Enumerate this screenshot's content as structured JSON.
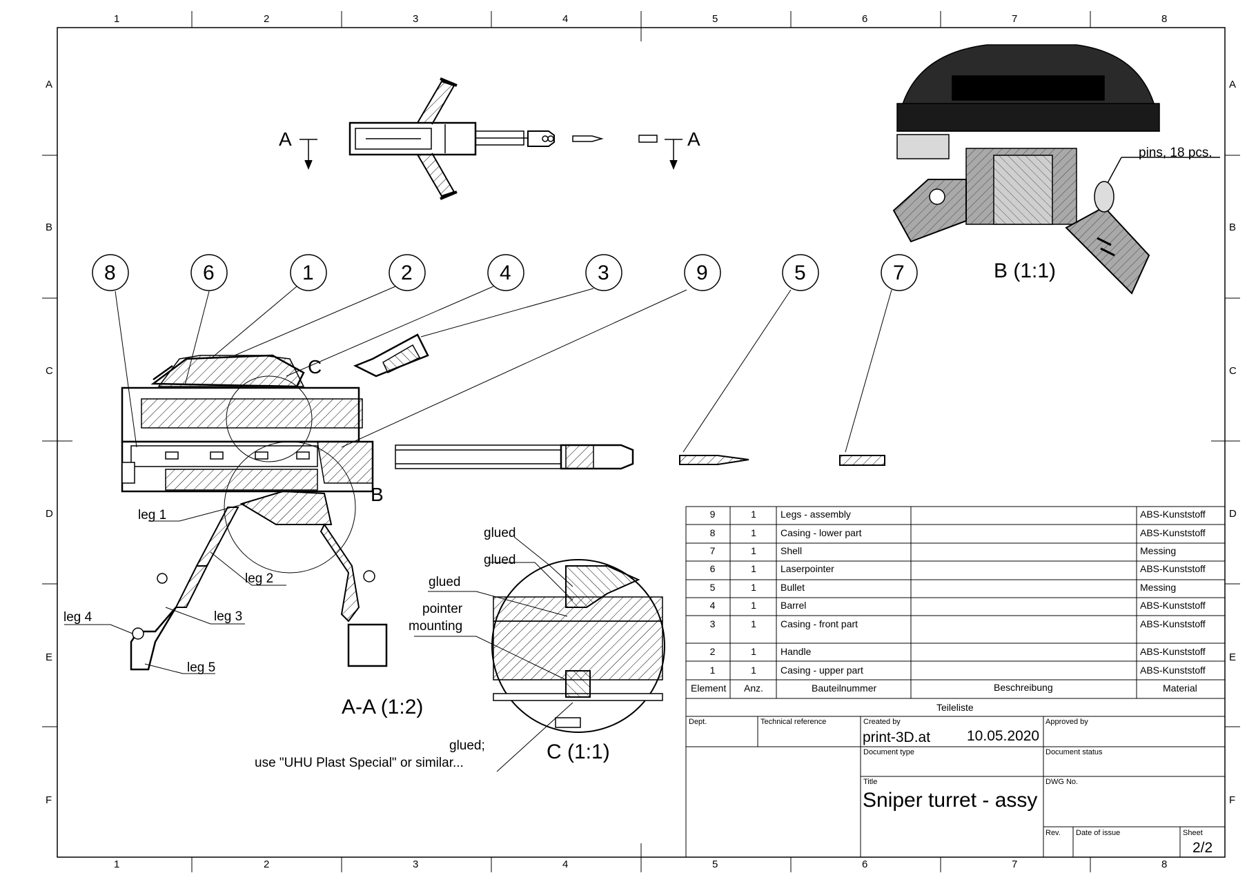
{
  "zones": {
    "columns": [
      "1",
      "2",
      "3",
      "4",
      "5",
      "6",
      "7",
      "8"
    ],
    "rows": [
      "A",
      "B",
      "C",
      "D",
      "E",
      "F"
    ]
  },
  "top_view": {
    "section_mark": "A"
  },
  "balloons": [
    "8",
    "6",
    "1",
    "2",
    "4",
    "3",
    "9",
    "5",
    "7"
  ],
  "detail_marks": {
    "c": "C",
    "b": "B"
  },
  "leg_labels": [
    "leg 1",
    "leg 2",
    "leg 3",
    "leg 4",
    "leg 5"
  ],
  "section_labels": {
    "aa": "A-A (1:2)",
    "b": "B (1:1)",
    "c": "C (1:1)"
  },
  "notes": {
    "pins": "pins, 18 pcs.",
    "glued_1": "glued",
    "glued_2": "glued",
    "glued_3": "glued",
    "pointer_1": "pointer",
    "pointer_2": "mounting",
    "glued_use_1": "glued;",
    "glued_use_2": "use \"UHU Plast Special\" or similar..."
  },
  "parts_list": {
    "caption": "Teileliste",
    "headers": [
      "Element",
      "Anz.",
      "Bauteilnummer",
      "Beschreibung",
      "Material"
    ],
    "rows": [
      {
        "element": "9",
        "qty": "1",
        "part": "Legs - assembly",
        "desc": "",
        "material": "ABS-Kunststoff"
      },
      {
        "element": "8",
        "qty": "1",
        "part": "Casing - lower part",
        "desc": "",
        "material": "ABS-Kunststoff"
      },
      {
        "element": "7",
        "qty": "1",
        "part": "Shell",
        "desc": "",
        "material": "Messing"
      },
      {
        "element": "6",
        "qty": "1",
        "part": "Laserpointer",
        "desc": "",
        "material": "ABS-Kunststoff"
      },
      {
        "element": "5",
        "qty": "1",
        "part": "Bullet",
        "desc": "",
        "material": "Messing"
      },
      {
        "element": "4",
        "qty": "1",
        "part": "Barrel",
        "desc": "",
        "material": "ABS-Kunststoff"
      },
      {
        "element": "3",
        "qty": "1",
        "part": "Casing - front part",
        "desc": "",
        "material": "ABS-Kunststoff"
      },
      {
        "element": "2",
        "qty": "1",
        "part": "Handle",
        "desc": "",
        "material": "ABS-Kunststoff"
      },
      {
        "element": "1",
        "qty": "1",
        "part": "Casing - upper part",
        "desc": "",
        "material": "ABS-Kunststoff"
      }
    ]
  },
  "title_block": {
    "dept_label": "Dept.",
    "tech_ref_label": "Technical reference",
    "created_by_label": "Created by",
    "created_by": "print-3D.at",
    "date": "10.05.2020",
    "approved_by_label": "Approved by",
    "doc_type_label": "Document type",
    "doc_status_label": "Document status",
    "title_label": "Title",
    "title": "Sniper turret - assy",
    "dwg_no_label": "DWG No.",
    "rev_label": "Rev.",
    "date_issue_label": "Date of issue",
    "sheet_label": "Sheet",
    "sheet": "2/2"
  }
}
